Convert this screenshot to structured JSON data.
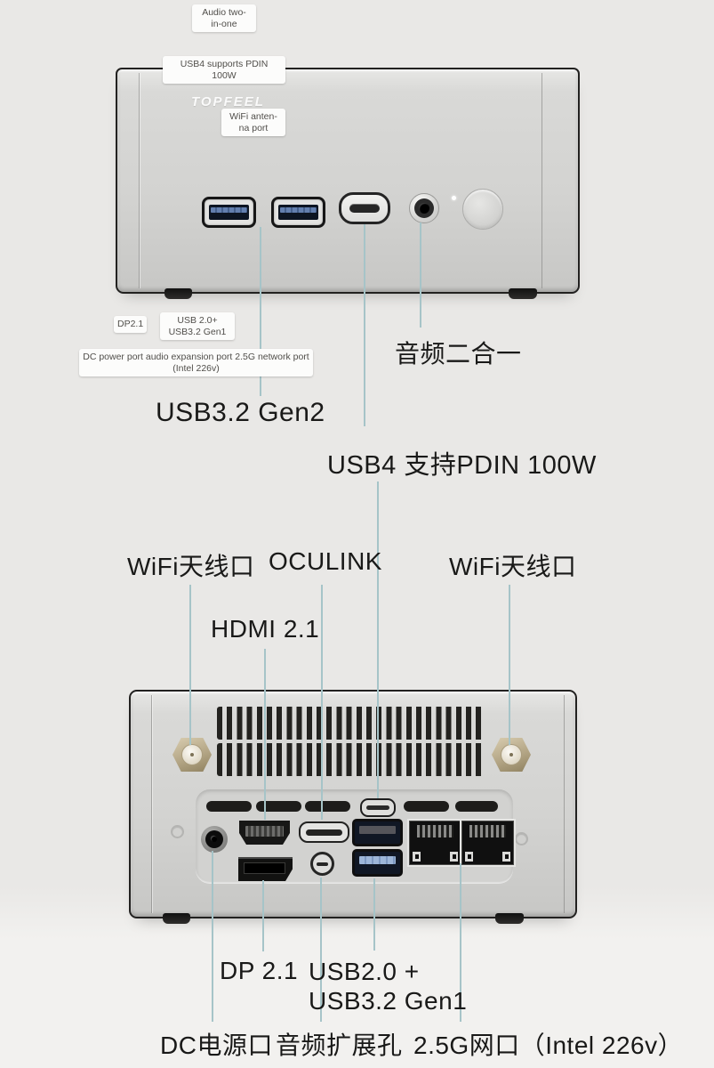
{
  "colors": {
    "background": "#e9e8e6",
    "background_bottom": "#f2f1ef",
    "callout_line": "#a6c4c8",
    "label_text": "#191918",
    "tag_background": "#fcfcfb",
    "tag_text": "#504e4a",
    "device_body": "#d3d3d1",
    "usb3_blue": "#637fae",
    "antenna_gold": "#b3a585"
  },
  "front_view": {
    "logo": "TOPFEEL",
    "tags": {
      "audio_combo": "Audio two-\nin-one",
      "usb4": "USB4 supports PDIN\n100W",
      "wifi": "WiFi anten-\nna port",
      "dp": "DP2.1",
      "usb_combo": "USB 2.0+\nUSB3.2 Gen1",
      "rear_ports": "DC power port audio expansion port 2.5G network port\n(Intel 226v)"
    },
    "labels": {
      "usb32_gen2": "USB3.2 Gen2",
      "audio_combo": "音频二合一",
      "usb4": "USB4 支持PDIN 100W"
    }
  },
  "rear_view": {
    "labels": {
      "wifi_left": "WiFi天线口",
      "oculink": "OCULINK",
      "wifi_right": "WiFi天线口",
      "hdmi": "HDMI 2.1",
      "dp": "DP 2.1",
      "usb_combo": "USB2.0 +\nUSB3.2 Gen1",
      "dc_power": "DC电源口",
      "audio_expansion": "音频扩展孔",
      "lan": "2.5G网口（Intel 226v）"
    }
  }
}
